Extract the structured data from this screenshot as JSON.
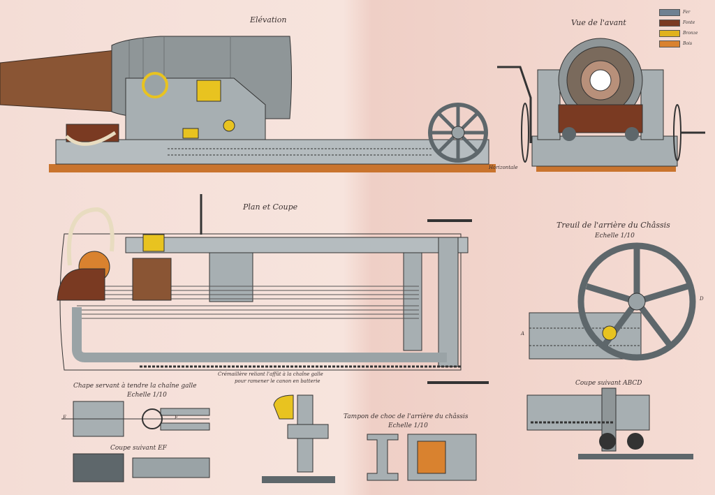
{
  "titles": {
    "elevation": "Elévation",
    "front_view": "Vue de l'avant",
    "plan": "Plan et Coupe",
    "rear_winch": "Treuil de l'arrière du Châssis",
    "rear_winch_scale": "Echelle 1/10",
    "chain_clevis": "Chape servant à tendre la chaîne galle",
    "chain_clevis_scale": "Echelle 1/10",
    "section_ef": "Coupe suivant EF",
    "buffer": "Tampon de choc de l'arrière du châssis",
    "buffer_scale": "Echelle 1/10",
    "section_abcd": "Coupe suivant ABCD",
    "chain_note_1": "Crémaillère reliant l'affût à la chaîne galle",
    "chain_note_2": "pour ramener le canon en batterie",
    "horizontal": "Horizontale"
  },
  "section_letters": {
    "a": "A",
    "d": "D",
    "e": "E",
    "f": "F"
  },
  "legend": [
    {
      "label": "Fer",
      "color": "#6f8192"
    },
    {
      "label": "Fonte",
      "color": "#7a3a22"
    },
    {
      "label": "Bronze",
      "color": "#e0b21c"
    },
    {
      "label": "Bois",
      "color": "#d9822f"
    }
  ],
  "colors": {
    "iron": "#9aa3a6",
    "iron_dark": "#5e676b",
    "cast": "#7a3a22",
    "bronze": "#e8c320",
    "wood": "#c9742e",
    "barrel": "#8f9698",
    "barrel_brown": "#8a5534"
  }
}
